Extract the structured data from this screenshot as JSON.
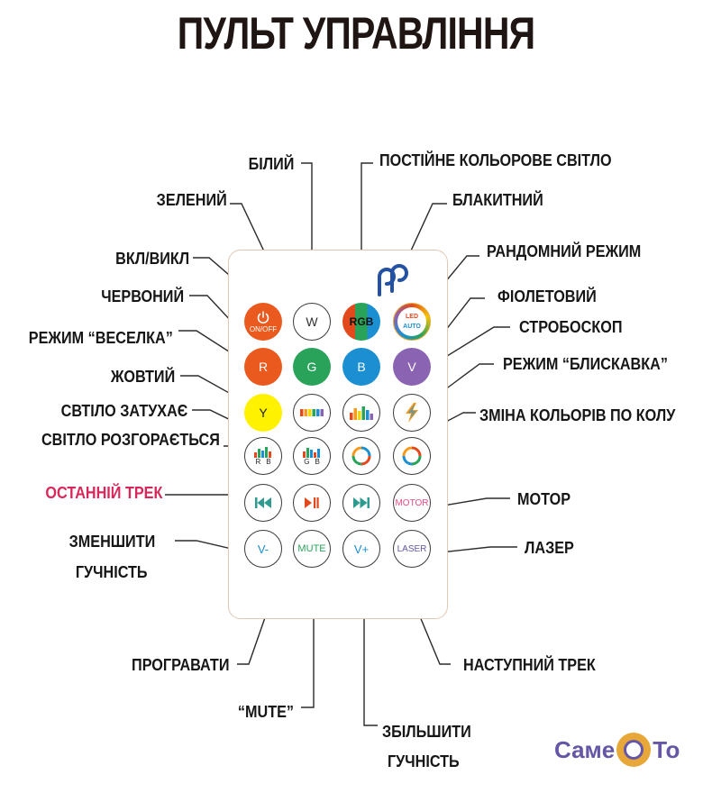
{
  "title": "ПУЛЬТ УПРАВЛІННЯ",
  "labels": {
    "white": "БІЛИЙ",
    "constant_color": "ПОСТІЙНЕ КОЛЬОРОВЕ СВІТЛО",
    "green": "ЗЕЛЕНИЙ",
    "blue": "БЛАКИТНИЙ",
    "on_off": "ВКЛ/ВИКЛ",
    "random_mode": "РАНДОМНИЙ РЕЖИМ",
    "red": "ЧЕРВОНИЙ",
    "violet": "ФІОЛЕТОВИЙ",
    "rainbow_mode": "РЕЖИМ “ВЕСЕЛКА”",
    "strobe": "СТРОБОСКОП",
    "yellow": "ЖОВТИЙ",
    "lightning_mode": "РЕЖИМ “БЛИСКАВКА”",
    "fade_out": "СВТІЛО ЗАТУХАЄ",
    "color_circle": "ЗМІНА КОЛЬОРІВ ПО КОЛУ",
    "fade_in": "СВІТЛО РОЗГОРАЄТЬСЯ",
    "prev_track": "ОСТАННІЙ ТРЕК",
    "motor": "МОТОР",
    "volume_down_1": "ЗМЕНШИТИ",
    "volume_down_2": "ГУЧНІСТЬ",
    "laser": "ЛАЗЕР",
    "play": "ПРОГРАВАТИ",
    "next_track": "НАСТУПНИЙ ТРЕК",
    "mute": "“MUTE”",
    "volume_up_1": "ЗБІЛЬШИТИ",
    "volume_up_2": "ГУЧНІСТЬ"
  },
  "buttons": {
    "power_sub": "ON/OFF",
    "white": "W",
    "rgb_r": "R",
    "rgb_g": "G",
    "rgb_b": "B",
    "auto_top": "LED",
    "auto_bottom": "AUTO",
    "red": "R",
    "green": "G",
    "blue": "B",
    "violet": "V",
    "yellow": "Y",
    "fade_out_r": "R",
    "fade_out_b": "B",
    "fade_in_g": "G",
    "fade_in_b": "B",
    "motor": "MOTOR",
    "vol_down": "V-",
    "mute": "MUTE",
    "vol_up": "V+",
    "laser": "LASER"
  },
  "brand": {
    "part1": "Саме",
    "part2": "То"
  },
  "colors": {
    "power": "#ea5a1e",
    "red": "#ea5a1e",
    "green": "#2aa35a",
    "blue": "#1b8fd2",
    "violet": "#8a63b3",
    "yellow": "#fff200",
    "pink": "#d8275a",
    "leader": "#2b2b2b",
    "remote_border": "#e2c7b4",
    "accent_teal": "#2f9a8f",
    "accent_purple": "#6656a6"
  },
  "icons": {
    "power": "power-icon",
    "rainbow": "rainbow-bars-icon",
    "strobe": "strobe-bars-icon",
    "lightning": "lightning-icon",
    "circle": "color-circle-icon",
    "prev": "prev-track-icon",
    "play": "play-pause-icon",
    "next": "next-track-icon",
    "logo": "brand-logo-icon"
  }
}
